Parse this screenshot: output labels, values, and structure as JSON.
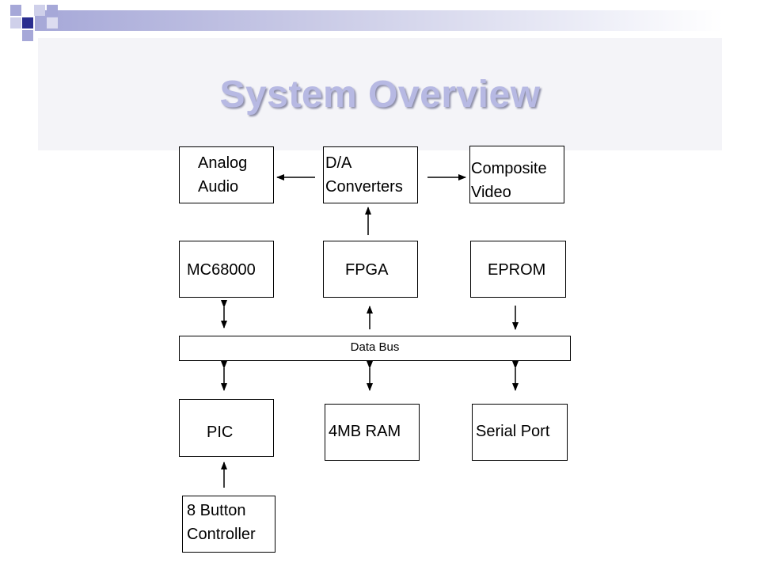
{
  "title": "System Overview",
  "boxes": {
    "analog_audio": "Analog\nAudio",
    "da_converters": "D/A\nConverters",
    "composite_video": "Composite\nVideo",
    "mc68000": "MC68000",
    "fpga": "FPGA",
    "eprom": "EPROM",
    "data_bus": "Data Bus",
    "pic": "PIC",
    "ram": "4MB RAM",
    "serial_port": "Serial Port",
    "button_controller": "8 Button\nController"
  },
  "colors": {
    "title": "#b7b9e3",
    "header_accent": "#2a2d8f"
  }
}
